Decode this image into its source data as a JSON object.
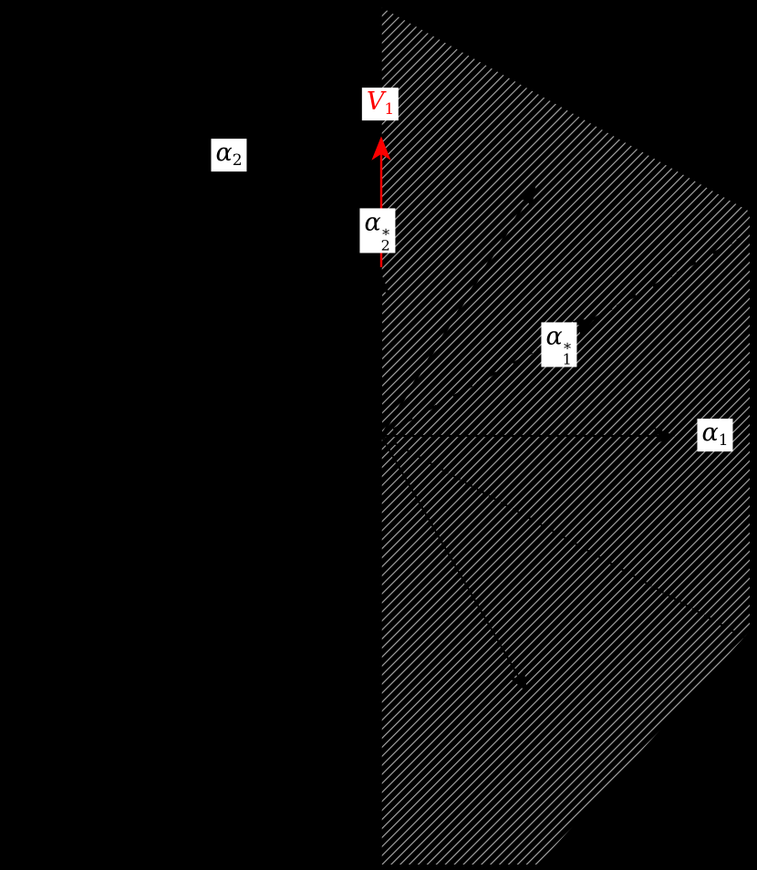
{
  "colors": {
    "background": "#000000",
    "hatch": "#a8a8a8",
    "line": "#000000",
    "vector_red": "#fe0000",
    "label_bg": "#ffffff",
    "label_text": "#000000"
  },
  "labels": {
    "alpha2": {
      "base": "α",
      "sub": "2"
    },
    "v1": {
      "base": "V",
      "sub": "1"
    },
    "alpha2_star": {
      "base": "α",
      "sub": "2",
      "sup": "∗"
    },
    "alpha1_star": {
      "base": "α",
      "sub": "1",
      "sup": "∗"
    },
    "alpha1": {
      "base": "α",
      "sub": "1"
    }
  }
}
